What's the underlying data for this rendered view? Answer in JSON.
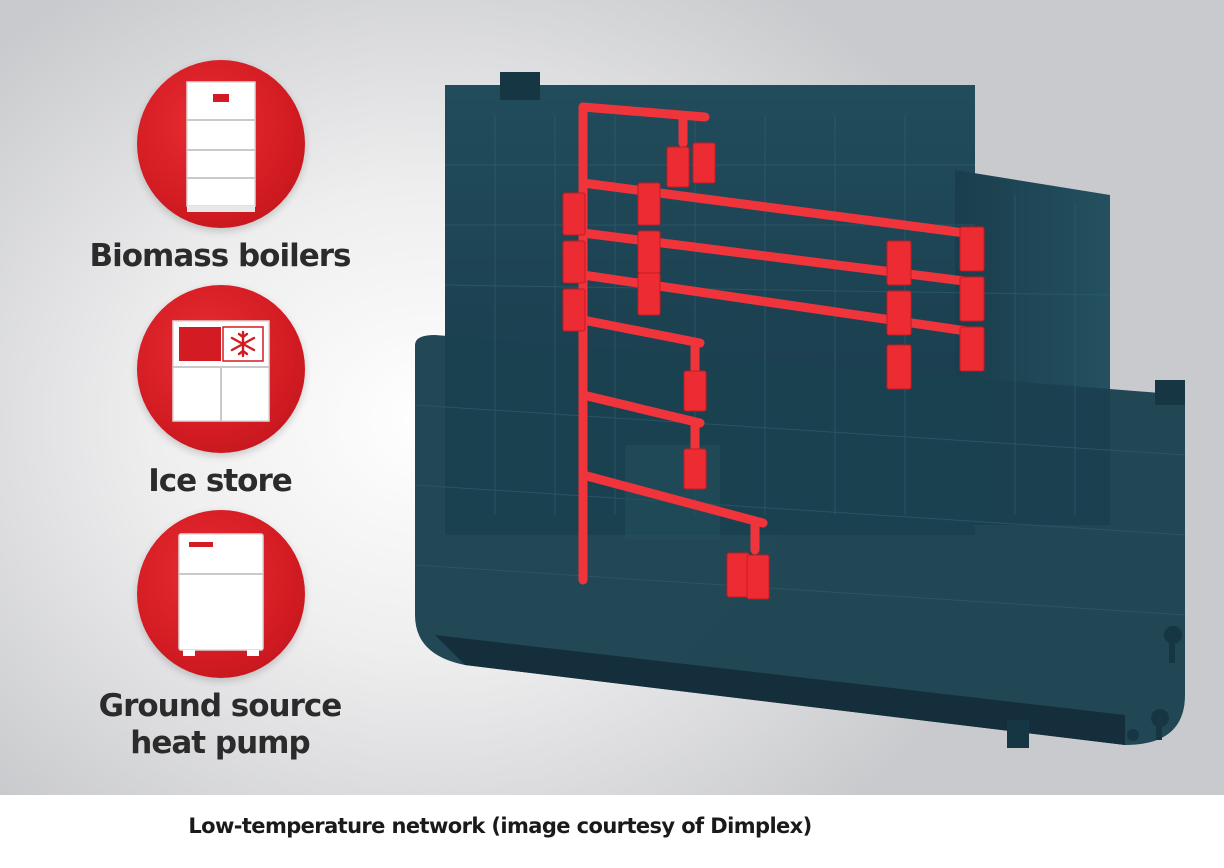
{
  "legend": [
    {
      "label": "Biomass boilers",
      "icon": "biomass-boiler-icon"
    },
    {
      "label": "Ice store",
      "icon": "ice-store-icon"
    },
    {
      "label": "Ground source\nheat pump",
      "icon": "heat-pump-icon"
    }
  ],
  "caption": "Low-temperature network (image courtesy of Dimplex)",
  "colors": {
    "accent_red": "#d21b22",
    "pipe_red": "#f0343b",
    "building_teal": "#1f4a58",
    "label_text": "#2b2b2b"
  }
}
